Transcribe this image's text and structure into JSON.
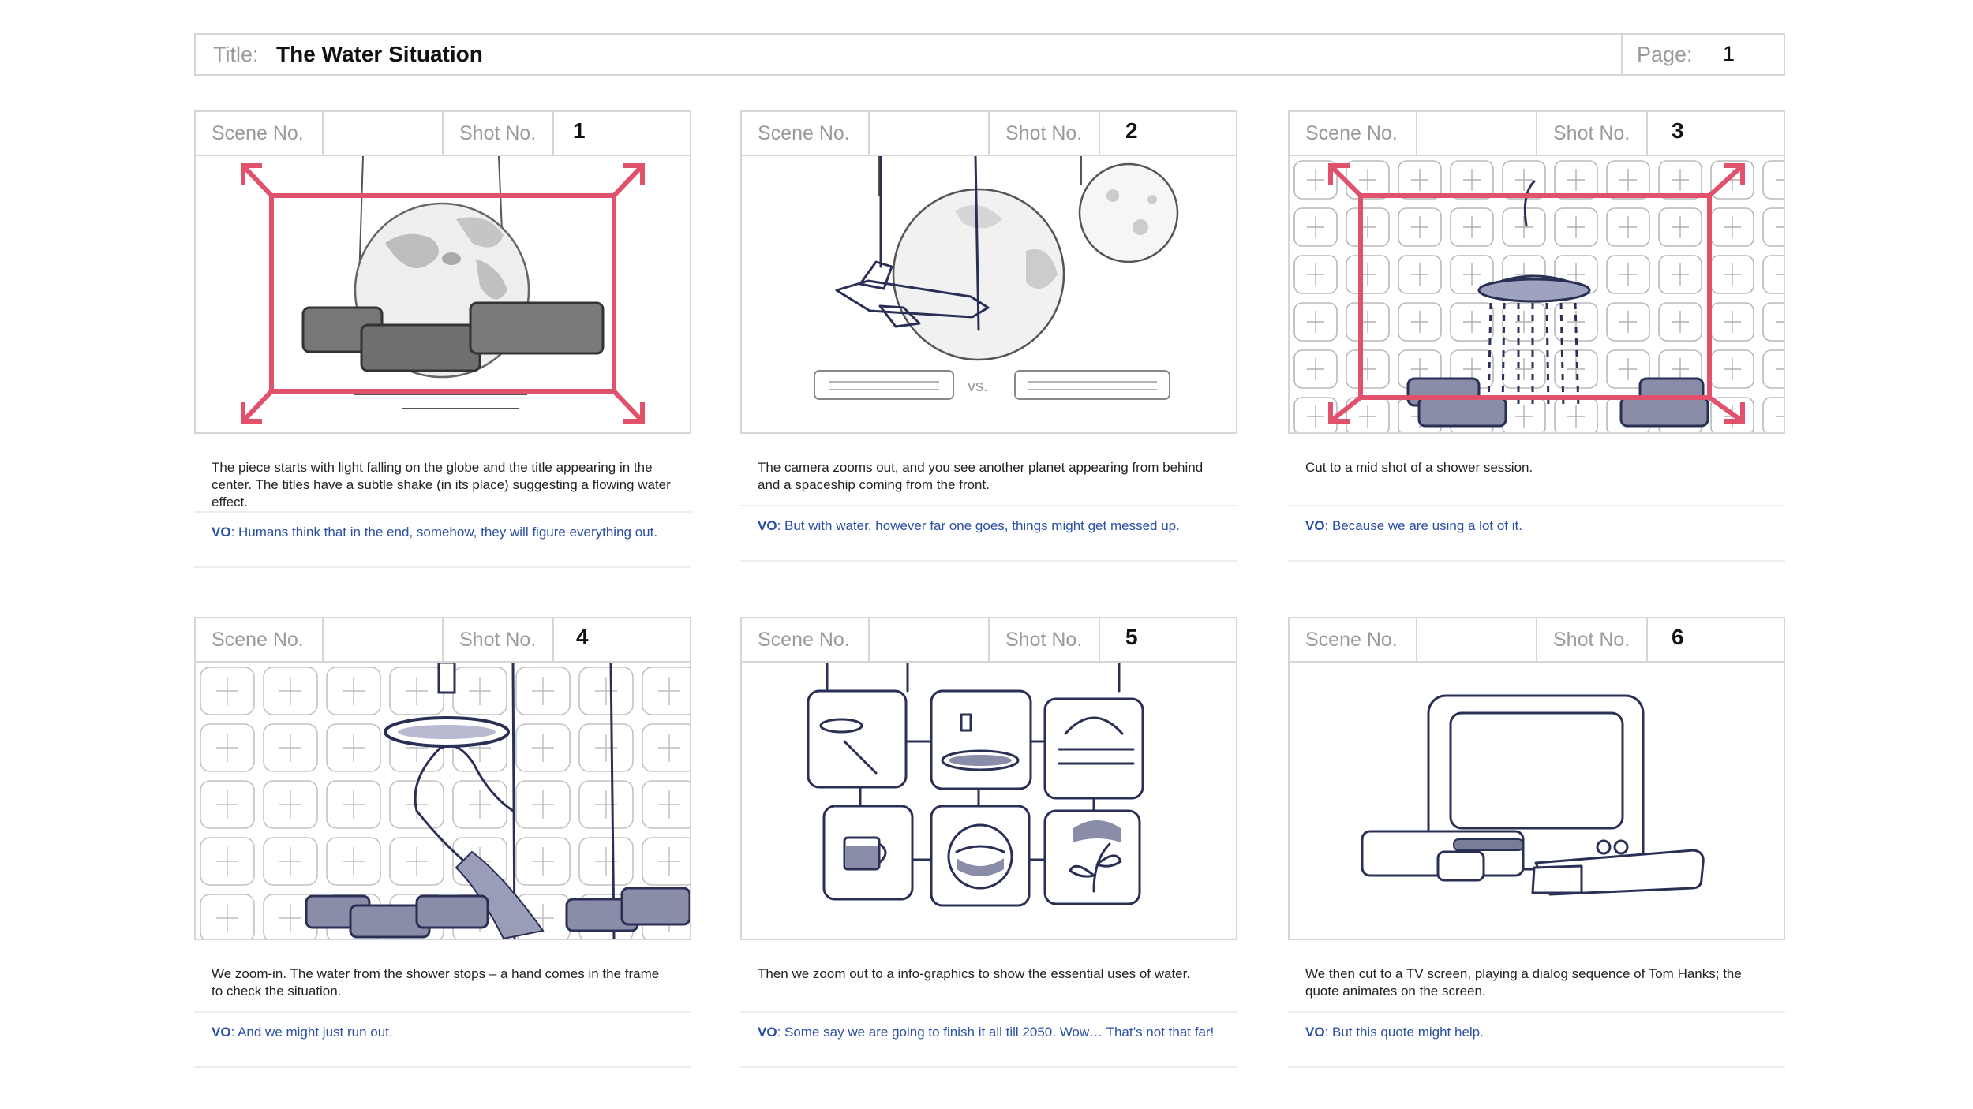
{
  "header": {
    "title_label": "Title:",
    "title_value": "The Water Situation",
    "page_label": "Page:",
    "page_value": "1"
  },
  "labels": {
    "scene": "Scene No.",
    "shot": "Shot No."
  },
  "accent_colors": {
    "frame_marker": "#e2516b",
    "voiceover": "#2a4fa3",
    "ink": "#2a2f55"
  },
  "panels": [
    {
      "scene_no": "",
      "shot_no": "1",
      "description": "The piece starts with light falling on the globe and the title appearing in the center. The titles have a subtle shake (in its place) suggesting a flowing water effect.",
      "vo_label": "VO",
      "vo_text": ": Humans think that in the end, somehow, they will figure everything out."
    },
    {
      "scene_no": "",
      "shot_no": "2",
      "description": "The camera zooms out, and you see another planet appearing from behind and a spaceship coming from the front.",
      "vo_label": "VO",
      "vo_text": ": But with water, however far one goes, things might get messed up.",
      "sketch_text": "vs."
    },
    {
      "scene_no": "",
      "shot_no": "3",
      "description": "Cut to a mid shot of a shower session.",
      "vo_label": "VO",
      "vo_text": ": Because we are using a lot of it."
    },
    {
      "scene_no": "",
      "shot_no": "4",
      "description": "We zoom-in. The water from the shower stops – a hand comes in the frame to check the situation.",
      "vo_label": "VO",
      "vo_text": ": And we might just run out."
    },
    {
      "scene_no": "",
      "shot_no": "5",
      "description": "Then we zoom out to a info-graphics to show the essential uses of water.",
      "vo_label": "VO",
      "vo_text": ": Some say we are going to finish it all till 2050. Wow… That’s not that far!"
    },
    {
      "scene_no": "",
      "shot_no": "6",
      "description": "We then cut to a TV screen, playing a dialog sequence of Tom Hanks; the quote animates on the screen.",
      "vo_label": "VO",
      "vo_text": ": But this quote might help."
    }
  ]
}
